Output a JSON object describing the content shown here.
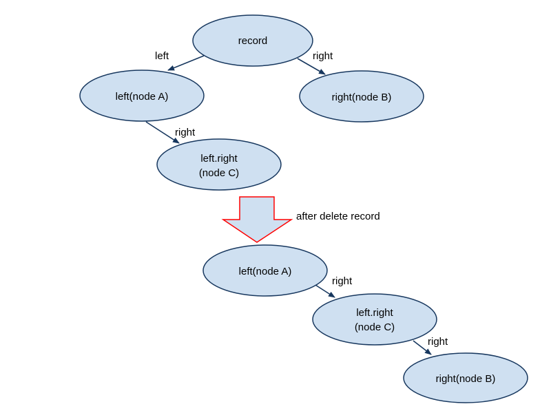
{
  "colors": {
    "node_fill": "#cfe0f1",
    "node_stroke": "#17375e",
    "edge": "#17375e",
    "transition_arrow_stroke": "#ff0000",
    "transition_arrow_fill": "#cfe0f1",
    "background": "#ffffff"
  },
  "before": {
    "nodes": {
      "record": [
        "record"
      ],
      "node_a": [
        "left(node A)"
      ],
      "node_b": [
        "right(node B)"
      ],
      "node_c": [
        "left.right",
        "(node C)"
      ]
    },
    "edges": {
      "record_to_a": "left",
      "record_to_b": "right",
      "a_to_c": "right"
    }
  },
  "transition": {
    "label": "after delete record",
    "arrow_shape": "down-arrow"
  },
  "after": {
    "nodes": {
      "node_a": [
        "left(node A)"
      ],
      "node_c": [
        "left.right",
        "(node C)"
      ],
      "node_b": [
        "right(node B)"
      ]
    },
    "edges": {
      "a_to_c": "right",
      "c_to_b": "right"
    }
  }
}
